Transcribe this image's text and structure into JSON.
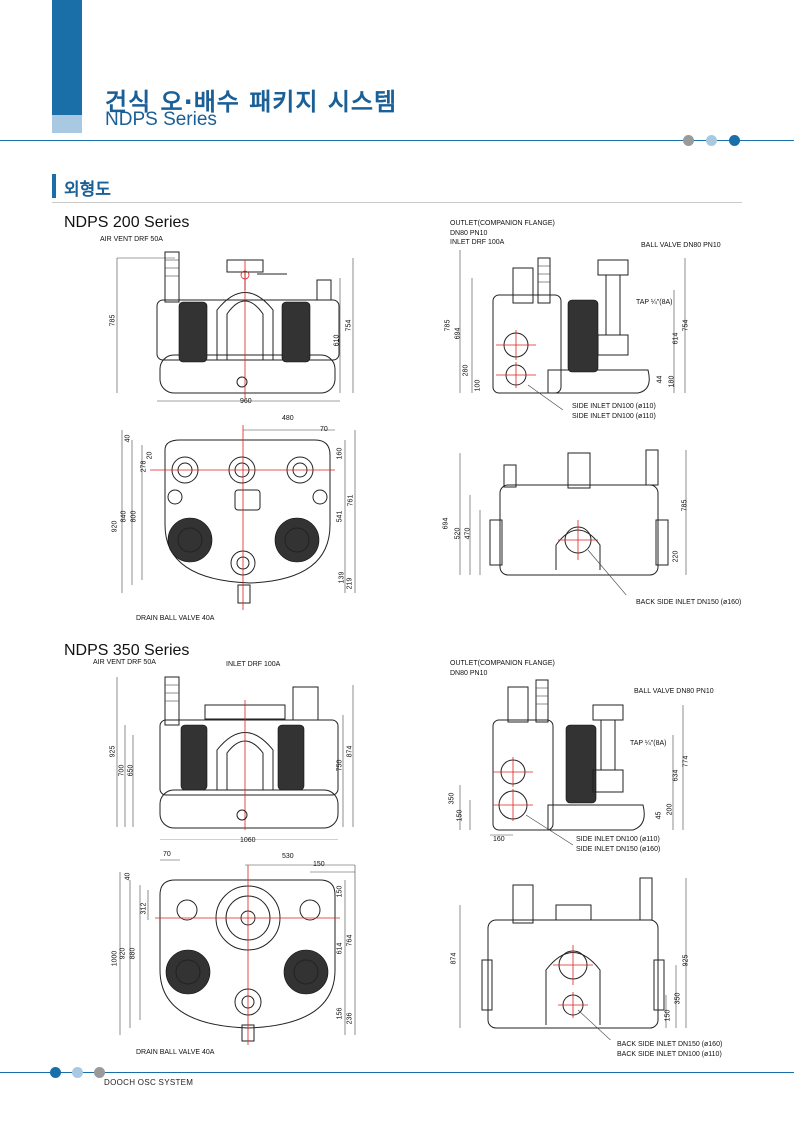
{
  "header": {
    "title_ko": "건식 오·배수 패키지 시스템",
    "title_en": "NDPS Series",
    "accent_color": "#1a6fa8"
  },
  "section": {
    "title": "외형도"
  },
  "s200": {
    "title": "NDPS 200 Series",
    "front": {
      "air_vent": "AIR VENT DRF 50A",
      "h785": "785",
      "h754": "754",
      "h610": "610",
      "w960": "960"
    },
    "side": {
      "outlet": "OUTLET(COMPANION FLANGE)",
      "dn": "DN80 PN10",
      "inlet": "INLET DRF 100A",
      "ball_valve": "BALL VALVE DN80 PN10",
      "tap": "TAP ¼\"(8A)",
      "h785": "785",
      "h694": "694",
      "h754": "754",
      "h614": "614",
      "h280": "280",
      "h100": "100",
      "h44": "44",
      "h180": "180",
      "side_inlet_1": "SIDE INLET DN100 (ø110)",
      "side_inlet_2": "SIDE INLET DN100 (ø110)"
    },
    "top": {
      "w480": "480",
      "w70": "70",
      "h40": "40",
      "h278": "278",
      "h20": "20",
      "h160": "160",
      "h920": "920",
      "h840": "840",
      "h800": "800",
      "h761": "761",
      "h541": "541",
      "h139": "139",
      "h219": "219",
      "drain": "DRAIN BALL VALVE 40A"
    },
    "back": {
      "h694": "694",
      "h520": "520",
      "h470": "470",
      "h785": "785",
      "h220": "220",
      "back_inlet": "BACK SIDE INLET DN150 (ø160)"
    }
  },
  "s350": {
    "title": "NDPS 350 Series",
    "front": {
      "air_vent": "AIR VENT DRF 50A",
      "inlet": "INLET DRF 100A",
      "h925": "925",
      "h700": "700",
      "h650": "650",
      "h750": "750",
      "h874": "874",
      "w1060": "1060"
    },
    "side": {
      "outlet": "OUTLET(COMPANION FLANGE)",
      "dn": "DN80 PN10",
      "ball_valve": "BALL VALVE DN80 PN10",
      "tap": "TAP ¼\"(8A)",
      "h634": "634",
      "h774": "774",
      "h350": "350",
      "h150": "150",
      "h45": "45",
      "h200": "200",
      "w160": "160",
      "side_inlet_1": "SIDE INLET DN100 (ø110)",
      "side_inlet_2": "SIDE INLET DN150 (ø160)"
    },
    "top": {
      "w70": "70",
      "w530": "530",
      "w150": "150",
      "h40": "40",
      "h312": "312",
      "h150": "150",
      "h1000": "1000",
      "h920": "920",
      "h880": "880",
      "h614": "614",
      "h764": "764",
      "h156": "156",
      "h236": "236",
      "drain": "DRAIN BALL VALVE 40A"
    },
    "back": {
      "h874": "874",
      "h925": "925",
      "h350": "350",
      "h150": "150",
      "back_inlet_1": "BACK SIDE INLET DN150 (ø160)",
      "back_inlet_2": "BACK SIDE INLET DN100 (ø110)"
    }
  },
  "footer": {
    "text": "DOOCH OSC SYSTEM"
  }
}
